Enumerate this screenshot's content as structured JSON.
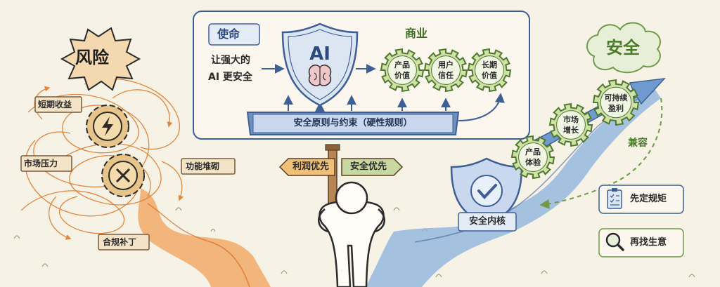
{
  "risk": {
    "title": "风险",
    "tags": {
      "short_term": "短期收益",
      "market_pressure": "市场压力",
      "feature_stacking": "功能堆砌",
      "compliance_patch": "合规补丁"
    }
  },
  "panel": {
    "mission_label": "使命",
    "mission_line1": "让强大的",
    "mission_line2": "AI 更安全",
    "ai_label": "AI",
    "business_label": "商业",
    "gears": [
      {
        "line1": "产品",
        "line2": "价值"
      },
      {
        "line1": "用户",
        "line2": "信任"
      },
      {
        "line1": "长期",
        "line2": "价值"
      }
    ],
    "constraint_main": "安全原则与约束",
    "constraint_sub": "（硬性规则）"
  },
  "signpost": {
    "left": "利润优先",
    "right": "安全优先"
  },
  "safety": {
    "title": "安全",
    "core_label": "安全内核",
    "compat_label": "兼容",
    "gears": [
      {
        "line1": "产品",
        "line2": "体验"
      },
      {
        "line1": "市场",
        "line2": "增长"
      },
      {
        "line1": "可持续",
        "line2": "盈利"
      }
    ],
    "rules_label": "先定规矩",
    "business_label": "再找生意"
  },
  "colors": {
    "orange": "#e07a2e",
    "blue": "#3e5f96",
    "green": "#6f9a4a",
    "paper": "#f7f2e6",
    "stream": "#7fa9d6"
  }
}
